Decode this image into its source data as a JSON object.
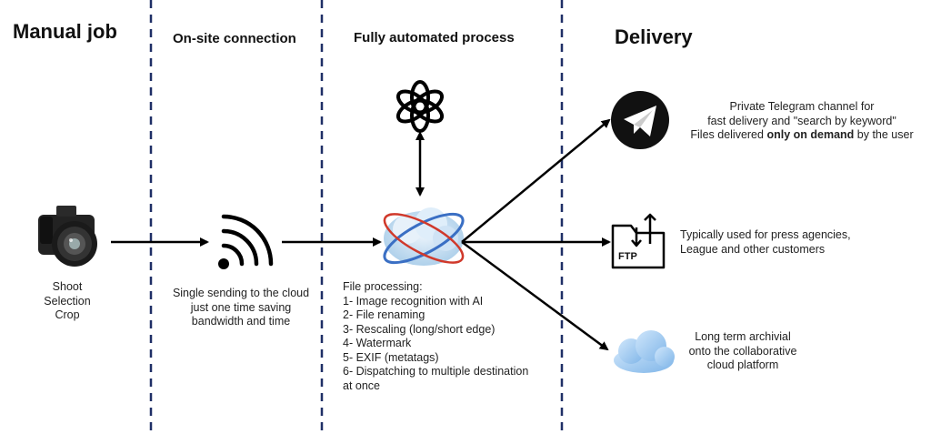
{
  "columns": {
    "manual": "Manual job",
    "onsite": "On-site connection",
    "automated": "Fully automated process",
    "delivery": "Delivery"
  },
  "camera": {
    "icon": "camera-icon",
    "lines": [
      "Shoot",
      "Selection",
      "Crop"
    ]
  },
  "wifi": {
    "icon": "wifi-icon",
    "lines": [
      "Single sending to the cloud",
      "just one time saving",
      "bandwidth and time"
    ]
  },
  "ai": {
    "icon": "openai-icon"
  },
  "cloud_process": {
    "icon": "cloud-processing-icon"
  },
  "processing": {
    "title": "File processing:",
    "steps": [
      "1- Image recognition with AI",
      "2- File renaming",
      "3- Rescaling (long/short edge)",
      "4- Watermark",
      "5- EXIF (metatags)",
      "6- Dispatching to multiple destination",
      "at once"
    ]
  },
  "telegram": {
    "icon": "telegram-icon",
    "line1": "Private Telegram channel for",
    "line2": "fast delivery and \"search by keyword\"",
    "line3_pre": "Files delivered ",
    "line3_bold": "only on demand",
    "line3_post": " by the user"
  },
  "ftp": {
    "icon": "ftp-icon",
    "icon_label": "FTP",
    "lines": [
      "Typically used for press agencies,",
      "League and other customers"
    ]
  },
  "archive": {
    "icon": "cloud-icon",
    "lines": [
      "Long term archivial",
      "onto the collaborative",
      "cloud platform"
    ]
  },
  "colors": {
    "divider": "#1f2f66",
    "arrow": "#000000",
    "telegram_bg": "#111111",
    "cloud": "#9cc7ee"
  }
}
